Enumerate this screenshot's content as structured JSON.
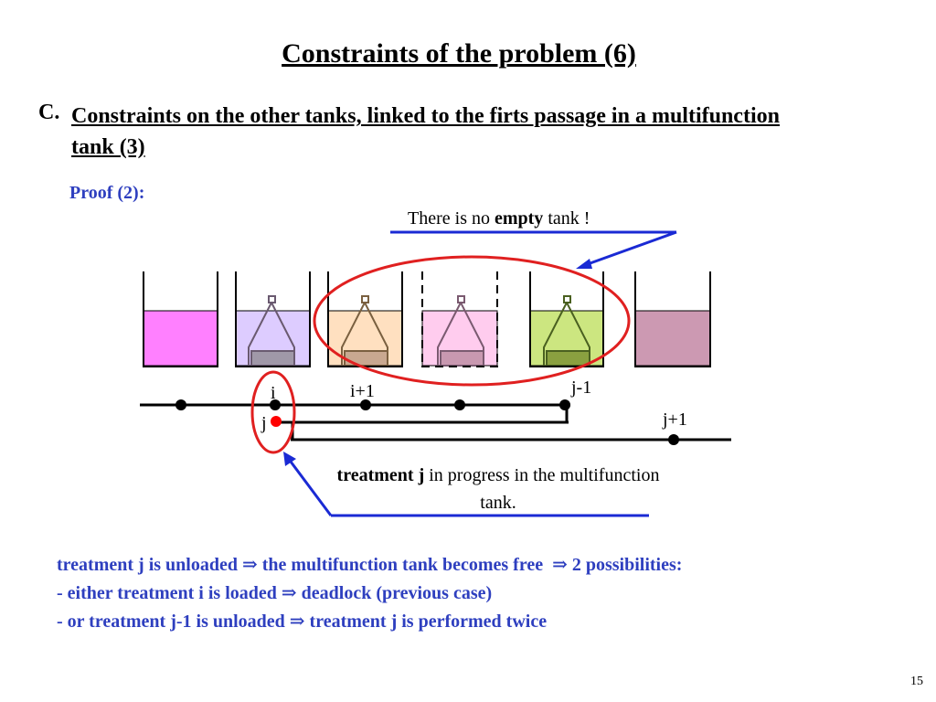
{
  "slide": {
    "title": "Constraints of the problem (6)",
    "section_letter": "C.",
    "section_title": "Constraints on the other tanks, linked to the firts passage in a multifunction tank (3)",
    "proof_label": "Proof (2):",
    "note_pre": "There is no ",
    "note_bold": "empty",
    "note_post": " tank  !",
    "callout_bold": "treatment j",
    "callout_text": " in progress in the multifunction tank.",
    "result_lines": [
      "treatment j is unloaded ⇒ the multifunction tank becomes free  ⇒ 2 possibilities:",
      "- either treatment i is loaded ⇒ deadlock (previous case)",
      "- or treatment j-1 is unloaded ⇒ treatment j is performed twice"
    ],
    "page_number": "15"
  },
  "diagram": {
    "tank_colors": [
      "#ff80ff",
      "#ddccff",
      "#ffe0c0",
      "#ffccee",
      "#cce680",
      "#cc99b2"
    ],
    "track_labels": {
      "i": "i",
      "i_plus_1": "i+1",
      "j_minus_1": "j-1",
      "j_plus_1": "j+1",
      "j": "j"
    },
    "colors": {
      "accent_blue": "#2e3fbf",
      "arrow_blue": "#1a2ad4",
      "highlight_red": "#e02020",
      "dot_red": "#ff0000"
    }
  }
}
